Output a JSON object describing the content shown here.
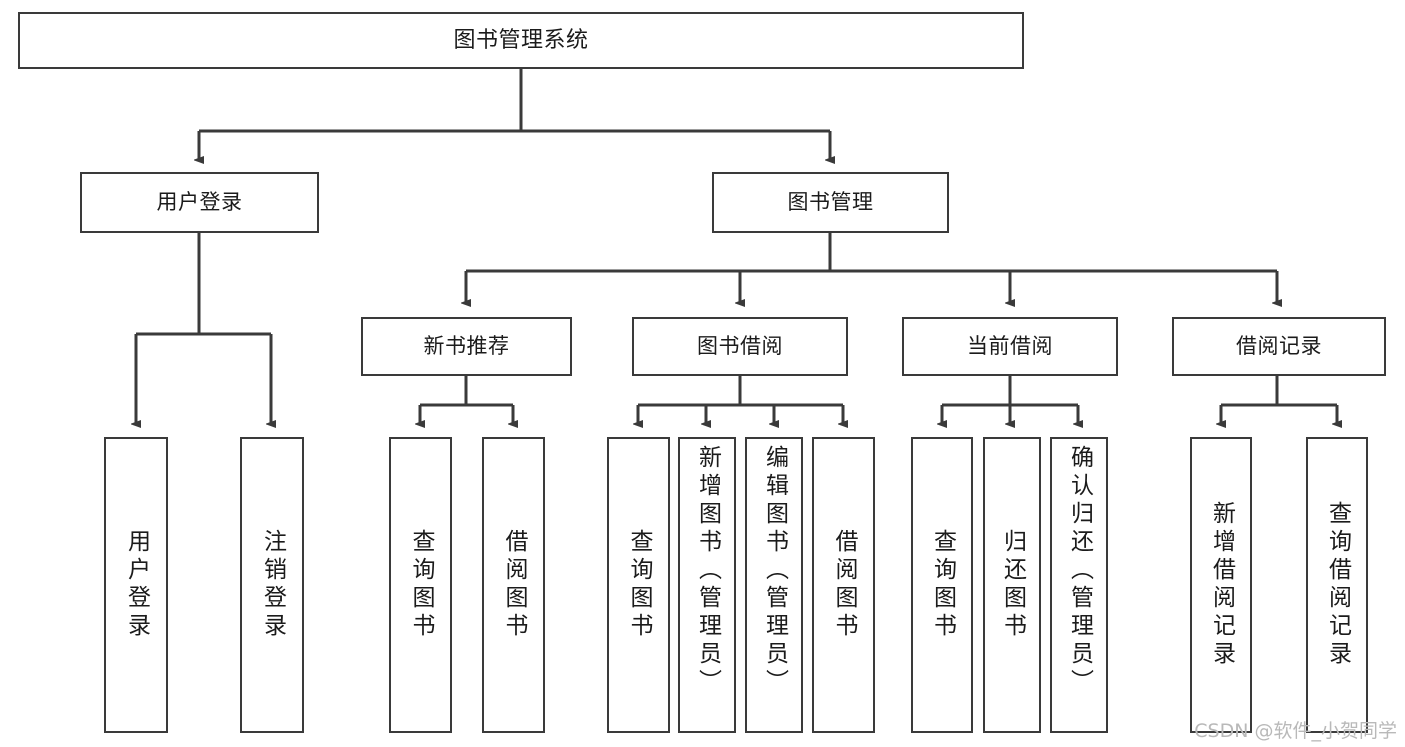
{
  "diagram": {
    "type": "tree",
    "title": "图书管理系统",
    "root": {
      "id": "root",
      "label": "图书管理系统"
    },
    "level1": [
      {
        "id": "user-login",
        "label": "用户登录"
      },
      {
        "id": "book-manage",
        "label": "图书管理"
      }
    ],
    "level2": [
      {
        "id": "new-book-recommend",
        "label": "新书推荐",
        "parent": "book-manage"
      },
      {
        "id": "book-borrow",
        "label": "图书借阅",
        "parent": "book-manage"
      },
      {
        "id": "current-borrow",
        "label": "当前借阅",
        "parent": "book-manage"
      },
      {
        "id": "borrow-record",
        "label": "借阅记录",
        "parent": "book-manage"
      }
    ],
    "leaves": [
      {
        "id": "leaf-user-login",
        "label": "用户登录",
        "parent": "user-login"
      },
      {
        "id": "leaf-logout",
        "label": "注销登录",
        "parent": "user-login"
      },
      {
        "id": "leaf-query-book-1",
        "label": "查询图书",
        "parent": "new-book-recommend"
      },
      {
        "id": "leaf-borrow-book-1",
        "label": "借阅图书",
        "parent": "new-book-recommend"
      },
      {
        "id": "leaf-query-book-2",
        "label": "查询图书",
        "parent": "book-borrow"
      },
      {
        "id": "leaf-add-book",
        "label": "新增图书（管理员）",
        "parent": "book-borrow"
      },
      {
        "id": "leaf-edit-book",
        "label": "编辑图书（管理员）",
        "parent": "book-borrow"
      },
      {
        "id": "leaf-borrow-book-2",
        "label": "借阅图书",
        "parent": "book-borrow"
      },
      {
        "id": "leaf-query-book-3",
        "label": "查询图书",
        "parent": "current-borrow"
      },
      {
        "id": "leaf-return-book",
        "label": "归还图书",
        "parent": "current-borrow"
      },
      {
        "id": "leaf-confirm-return",
        "label": "确认归还（管理员）",
        "parent": "current-borrow"
      },
      {
        "id": "leaf-add-record",
        "label": "新增借阅记录",
        "parent": "borrow-record"
      },
      {
        "id": "leaf-query-record",
        "label": "查询借阅记录",
        "parent": "borrow-record"
      }
    ]
  },
  "watermark": {
    "text": "CSDN @软件_小贺同学"
  },
  "colors": {
    "border": "#3a3a3a",
    "text": "#1b1b1b",
    "background": "#ffffff",
    "watermark": "#b9b9b9"
  }
}
